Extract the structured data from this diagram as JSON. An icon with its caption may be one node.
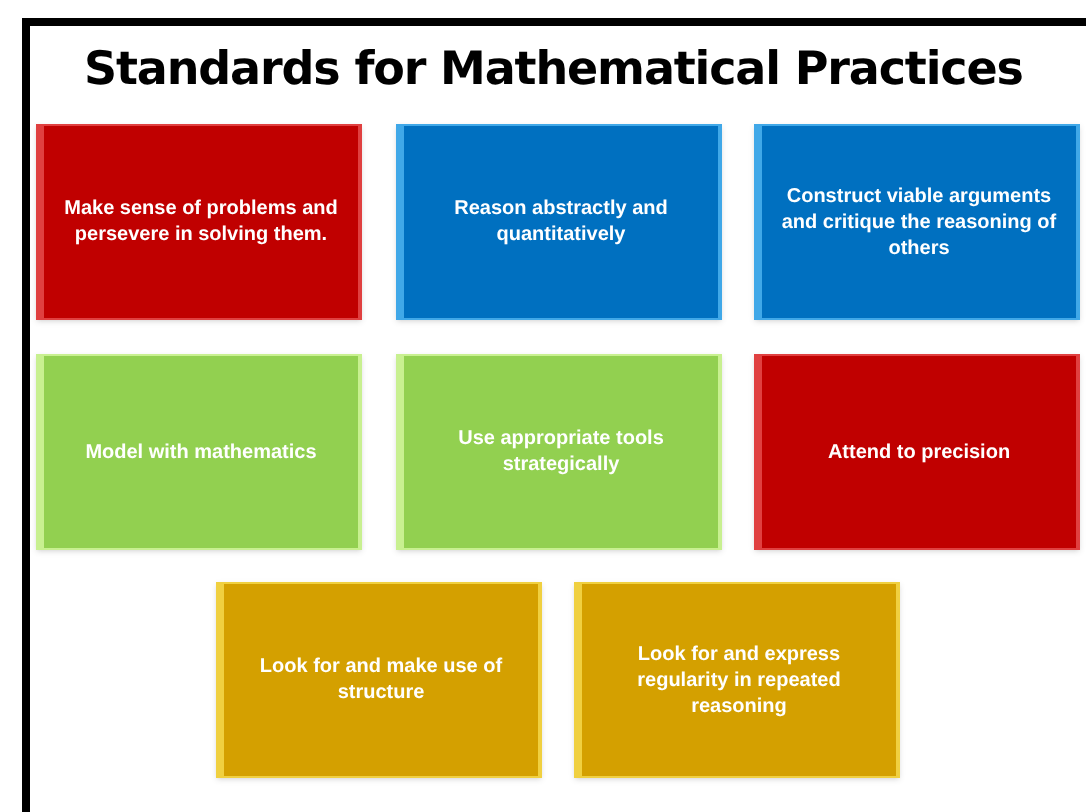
{
  "diagram": {
    "title": "Standards for Mathematical Practices",
    "nodes": [
      {
        "text": [
          "Make sense of problems and persevere in solving them."
        ]
      },
      {
        "text": [
          "Reason abstractly and quantitatively"
        ]
      },
      {
        "text": [
          "Construct viable arguments and critique the reasoning of others"
        ]
      },
      {
        "text": [
          "Model with mathematics"
        ]
      },
      {
        "text": [
          "Use appropriate tools strategically"
        ]
      },
      {
        "text": [
          "Attend to precision"
        ]
      },
      {
        "text": [
          "Look for and make use of structure"
        ]
      },
      {
        "text": [
          "Look for and express regularity in repeated reasoning"
        ]
      }
    ],
    "edges": []
  }
}
